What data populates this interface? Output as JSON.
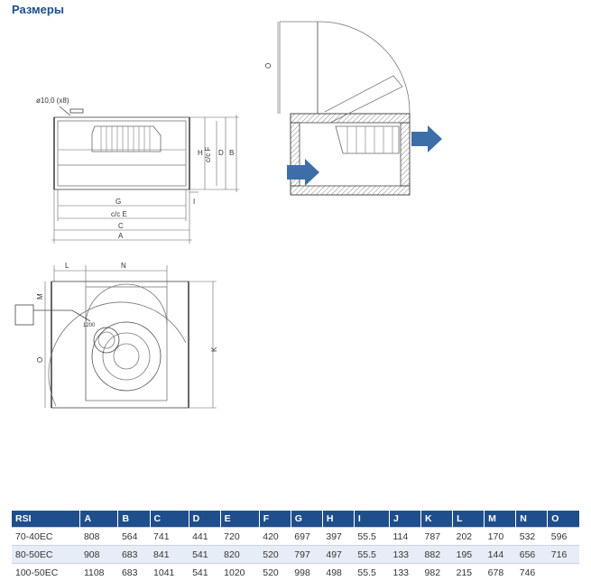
{
  "page": {
    "title": "Размеры"
  },
  "drawing_labels": {
    "hole": "ø10,0 (x8)",
    "H": "H",
    "cF": "c/c F",
    "D": "D",
    "B": "B",
    "I": "I",
    "G": "G",
    "cE": "c/c E",
    "C": "C",
    "A": "A",
    "O": "O",
    "L": "L",
    "N": "N",
    "M": "M",
    "K": "K",
    "cable": "1200"
  },
  "table": {
    "headers": [
      "RSI",
      "A",
      "B",
      "C",
      "D",
      "E",
      "F",
      "G",
      "H",
      "I",
      "J",
      "K",
      "L",
      "M",
      "N",
      "O"
    ],
    "rows": [
      [
        "70-40EC",
        "808",
        "564",
        "741",
        "441",
        "720",
        "420",
        "697",
        "397",
        "55.5",
        "114",
        "787",
        "202",
        "170",
        "532",
        "596"
      ],
      [
        "80-50EC",
        "908",
        "683",
        "841",
        "541",
        "820",
        "520",
        "797",
        "497",
        "55.5",
        "133",
        "882",
        "195",
        "144",
        "656",
        "716"
      ],
      [
        "100-50EC",
        "1108",
        "683",
        "1041",
        "541",
        "1020",
        "520",
        "998",
        "498",
        "55.5",
        "133",
        "982",
        "215",
        "678",
        "746"
      ]
    ]
  },
  "colors": {
    "header_bg": "#1f4e8c",
    "title": "#1b4f8c",
    "arrow": "#3e6ea8"
  }
}
